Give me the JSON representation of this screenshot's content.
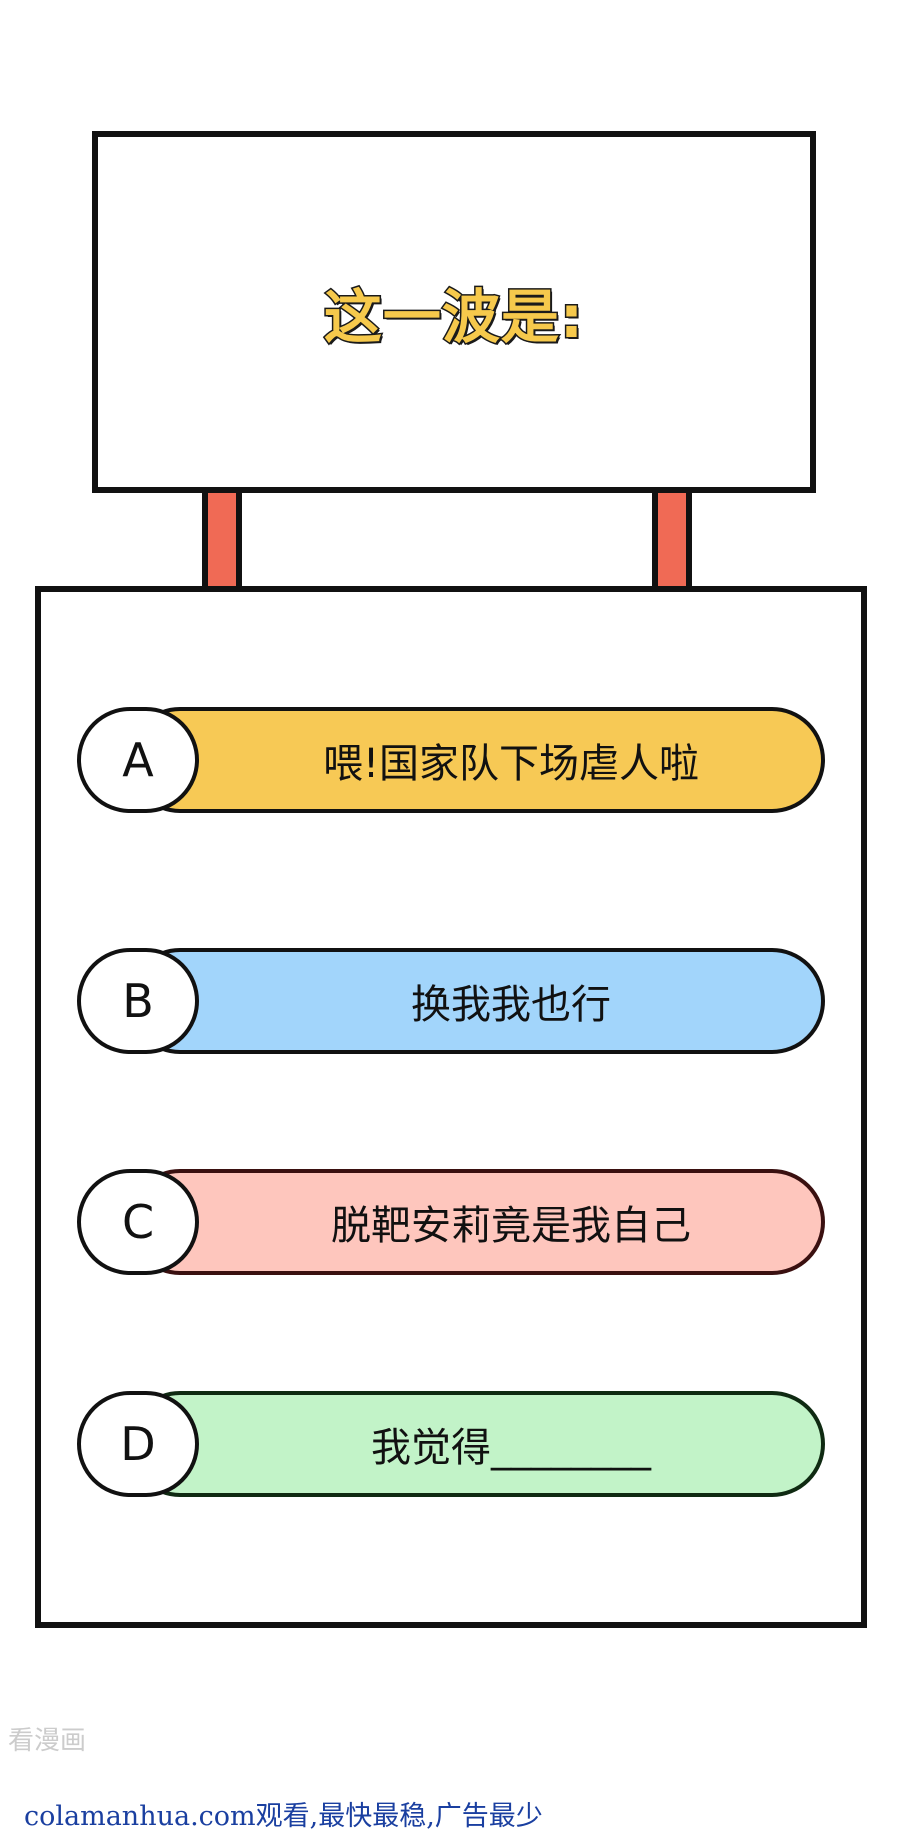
{
  "sign": {
    "title": "这一波是:"
  },
  "options": [
    {
      "letter": "A",
      "text": "喂!国家队下场虐人啦",
      "color": "#f7c955"
    },
    {
      "letter": "B",
      "text": "换我我也行",
      "color": "#a2d5fb"
    },
    {
      "letter": "C",
      "text": "脱靶安莉竟是我自己",
      "color": "#fec6bd"
    },
    {
      "letter": "D",
      "text": "我觉得________",
      "color": "#c2f3c8"
    }
  ],
  "watermark": {
    "small": "看漫画",
    "bottom": "colamanhua.com观看,最快最稳,广告最少"
  }
}
